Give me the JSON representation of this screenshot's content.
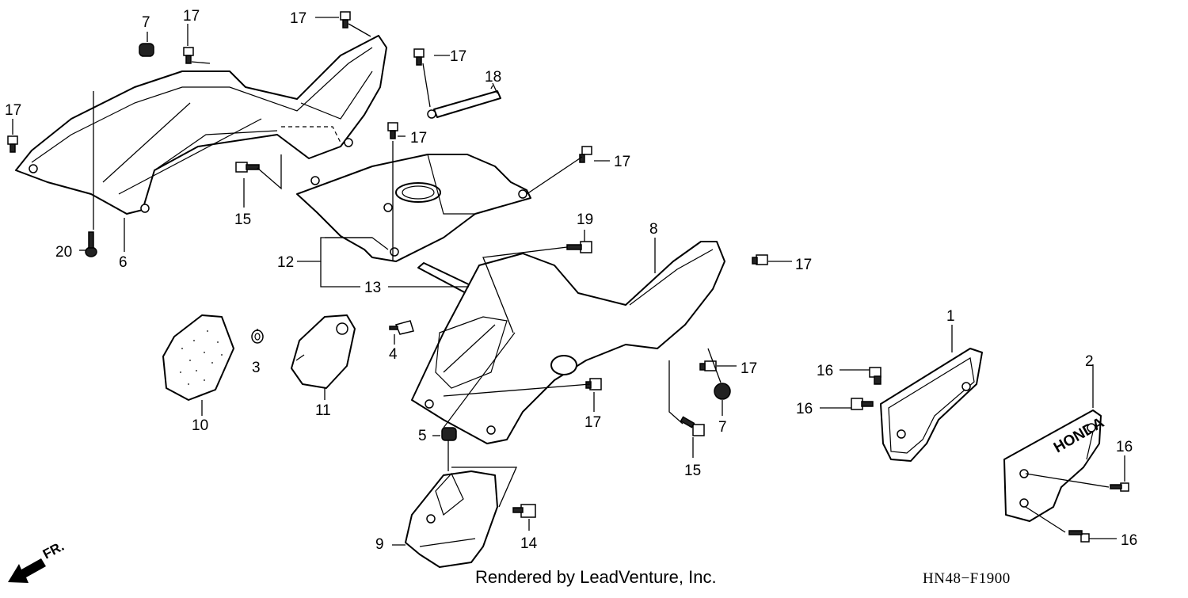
{
  "diagram": {
    "callouts": [
      "1",
      "2",
      "3",
      "4",
      "5",
      "6",
      "7",
      "7",
      "8",
      "9",
      "10",
      "11",
      "12",
      "13",
      "14",
      "15",
      "15",
      "16",
      "16",
      "16",
      "16",
      "17",
      "17",
      "17",
      "17",
      "17",
      "17",
      "17",
      "17",
      "17",
      "18",
      "19",
      "20"
    ],
    "front_label": "FR.",
    "brand_marking": "HONDA",
    "credit": "Rendered by LeadVenture, Inc.",
    "diagram_code": "HN48−F1900"
  }
}
